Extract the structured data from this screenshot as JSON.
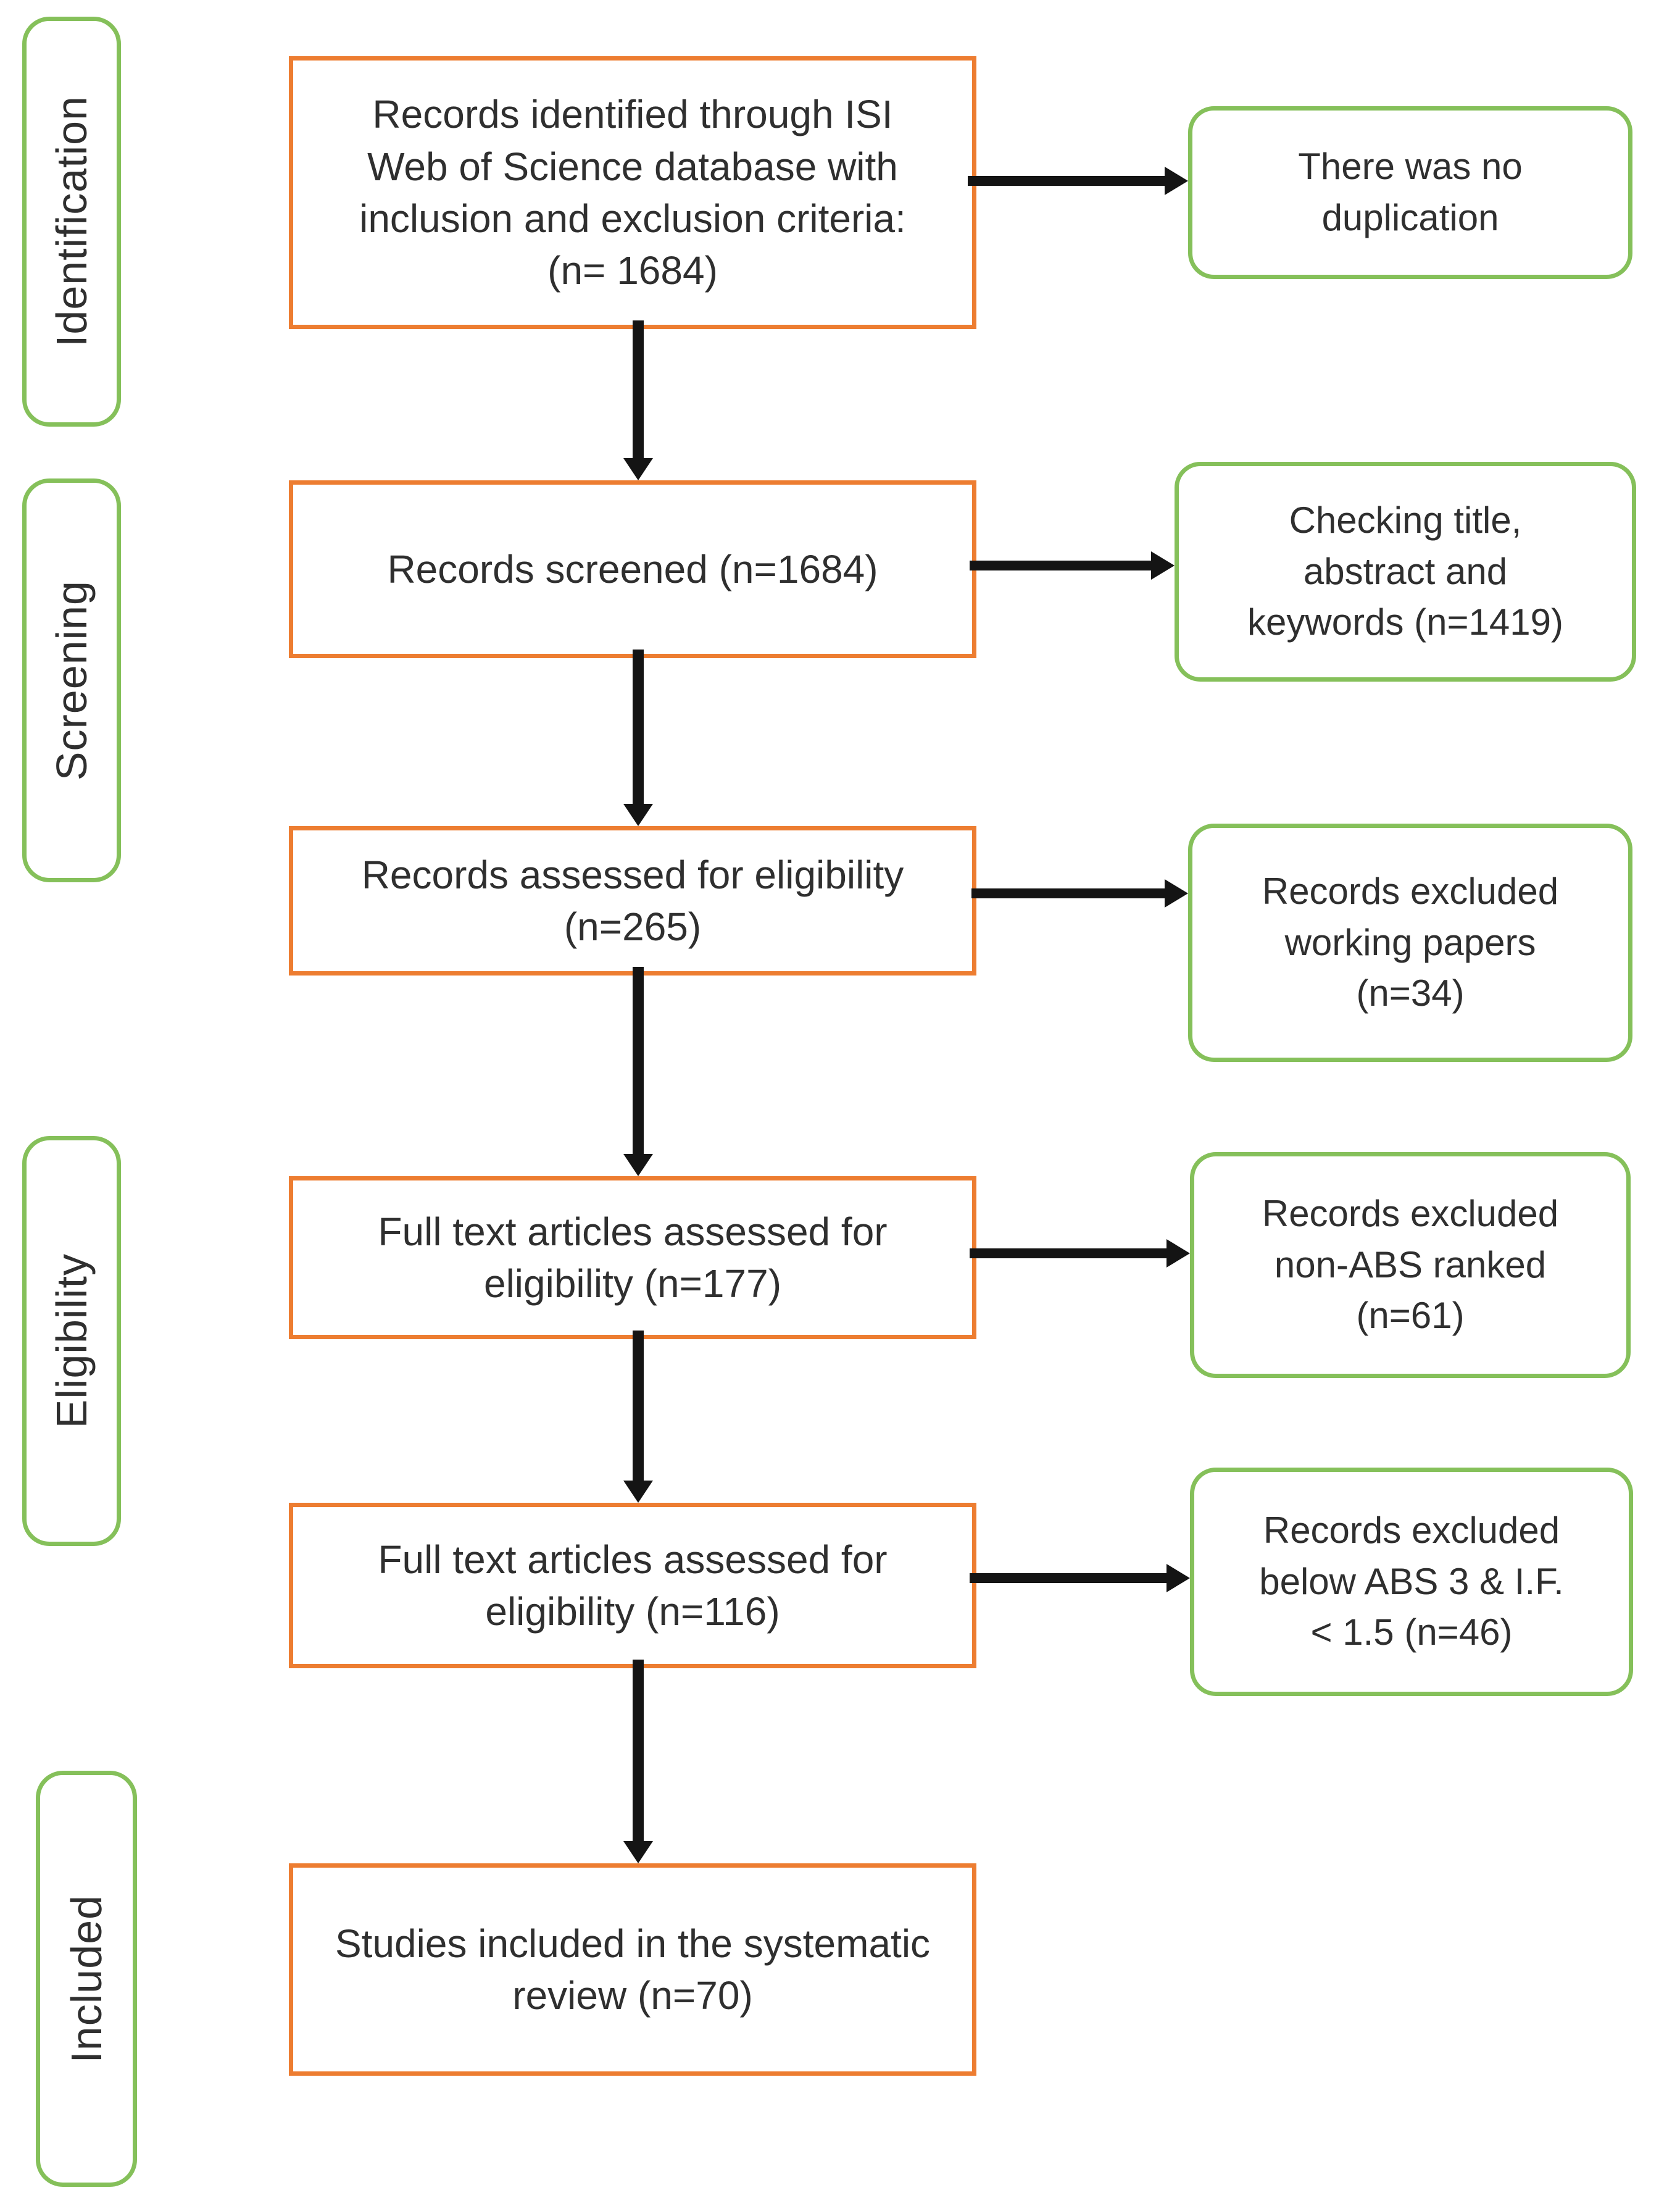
{
  "diagram_type": "PRISMA systematic review flow diagram",
  "colors": {
    "main_box_border": "#ED7D31",
    "stage_and_side_box_border": "#85C05A",
    "arrow": "#141414",
    "text": "#2F2F2F",
    "background": "#FFFFFF"
  },
  "stages": [
    {
      "label": "Identification"
    },
    {
      "label": "Screening"
    },
    {
      "label": "Eligibility"
    },
    {
      "label": "Included"
    }
  ],
  "main_flow": [
    {
      "n": 1684,
      "lines": [
        "Records identified through ISI",
        "Web of Science database with",
        "inclusion and exclusion criteria:",
        "(n= 1684)"
      ]
    },
    {
      "n": 1684,
      "lines": [
        "Records screened (n=1684)"
      ]
    },
    {
      "n": 265,
      "lines": [
        "Records assessed for eligibility",
        "(n=265)"
      ]
    },
    {
      "n": 177,
      "lines": [
        "Full text articles assessed for",
        "eligibility (n=177)"
      ]
    },
    {
      "n": 116,
      "lines": [
        "Full text articles assessed for",
        "eligibility (n=116)"
      ]
    },
    {
      "n": 70,
      "lines": [
        "Studies included in the systematic",
        "review (n=70)"
      ]
    }
  ],
  "side_notes": [
    {
      "lines": [
        "There was no",
        "duplication"
      ]
    },
    {
      "n": 1419,
      "lines": [
        "Checking title,",
        "abstract and",
        "keywords (n=1419)"
      ]
    },
    {
      "n": 34,
      "lines": [
        "Records excluded",
        "working papers",
        "(n=34)"
      ]
    },
    {
      "n": 61,
      "lines": [
        "Records excluded",
        "non-ABS ranked",
        "(n=61)"
      ]
    },
    {
      "n": 46,
      "lines": [
        "Records excluded",
        "below ABS 3 & I.F.",
        "< 1.5 (n=46)"
      ]
    }
  ]
}
